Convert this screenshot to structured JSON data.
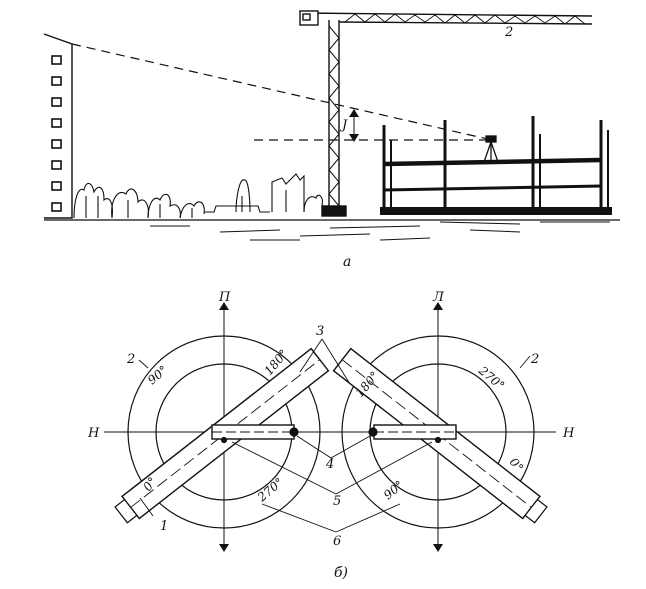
{
  "part_a": {
    "caption": "а",
    "height_label": "J",
    "boom_label": "2"
  },
  "part_b": {
    "caption": "б)",
    "left_pole_top": "П",
    "right_pole_top": "Л",
    "axis_left": "Н",
    "axis_right": "Н",
    "callouts": {
      "n1": "1",
      "n2_left": "2",
      "n2_right": "2",
      "n3": "3",
      "n4": "4",
      "n5": "5",
      "n6": "6"
    },
    "left_dial": {
      "deg_0": "0°",
      "deg_90": "90°",
      "deg_180": "180°",
      "deg_270": "270°"
    },
    "right_dial": {
      "deg_0": "0°",
      "deg_90": "90°",
      "deg_180": "180°",
      "deg_270": "270°"
    }
  },
  "colors": {
    "ink": "#111111",
    "paper": "#ffffff"
  }
}
